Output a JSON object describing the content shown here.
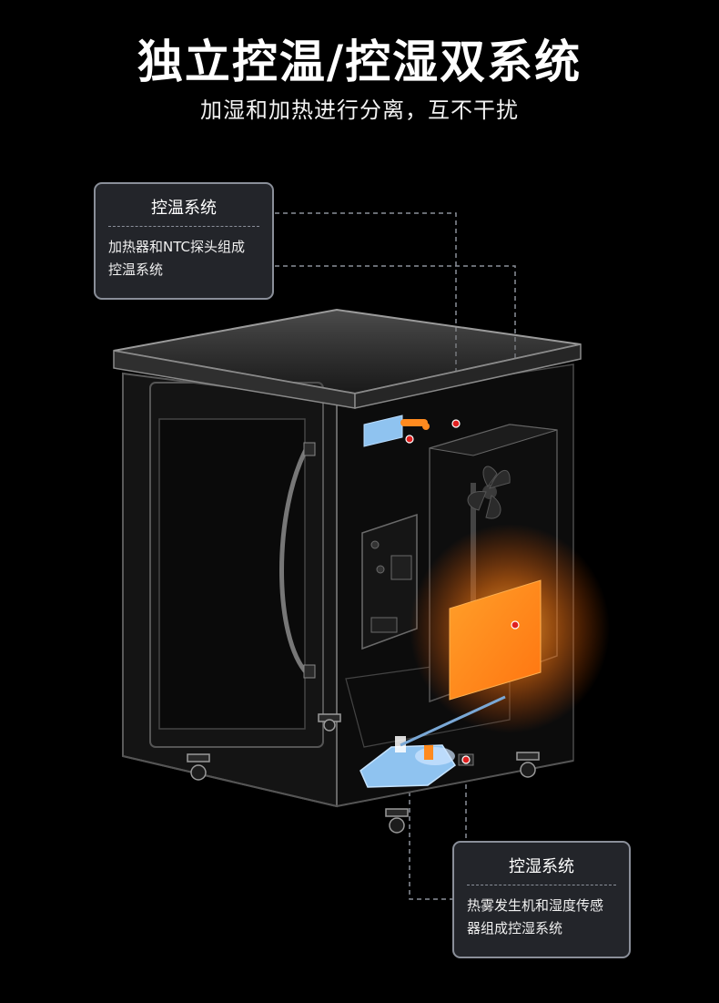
{
  "header": {
    "title": "独立控温/控湿双系统",
    "subtitle": "加湿和加热进行分离，互不干扰"
  },
  "callouts": {
    "temperature": {
      "title": "控温系统",
      "line1": "加热器和NTC探头组成",
      "line2": "控温系统"
    },
    "humidity": {
      "title": "控湿系统",
      "line1": "热雾发生机和湿度传感",
      "line2": "器组成控湿系统"
    }
  },
  "colors": {
    "background": "#000000",
    "heater": "#ff8a1f",
    "sensor_blue": "#8fc3f0",
    "marker_red": "#e02020",
    "leader_line": "#8a8f99"
  },
  "icons": {
    "fan": "fan-icon",
    "marker": "red-dot-marker"
  }
}
